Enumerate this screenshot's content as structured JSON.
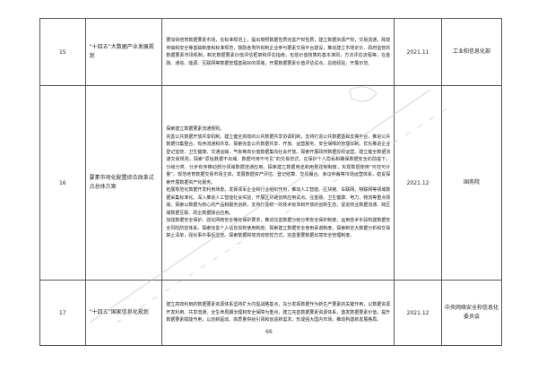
{
  "rows": [
    {
      "num": "15",
      "title": "“十四五”大数据产业发展规划",
      "content": [
        "要加快培育数据要素市场，在标准规范上，提出按照数据性质完善产权性质，建立数据资源产权，交易流通，跨境传输和安全等基础制度和标准规范，鼓励各类所有制企业参与要素交易平台建设，推动建立市场定价、政府监管的数据要素市场机制，制定数据要素价值评估框架和评估指南，包括价值核算的基本准则，方法评估流程等，在金融、通信、能源、互联网等数据管理基础好的领域，开展数据要素价值评估试点，总结经验，开展示范。"
      ],
      "date": "2021.11",
      "dept": "工业和信息化部"
    },
    {
      "num": "16",
      "title": "要素市场化配置综合改革试点总体方案",
      "content": [
        "探索建立数据要素流通规则。",
        "完善公共数据开放共享机制。建立健全高效的公共数据共享协调机制，支持打造公共数据基础支撑平台，推进公共数据归集整合、有序流通和共享。探索完善公共数据共享、开放、运营服务、安全保障的管理体制。优先推进企业登记监管、卫生健康、交通运输、气象等高价值数据集向社会开放。探索开展政府数据授权运营。建立健全数据流通交易规则。探索“原始数据不出域、数据可用不可见”的交易范式，在保护个人隐私和确保数据安全的前提下，分级分类、分步有序推动部分领域数据流通应用。探索建立数据用途和用量控制制度，实现数据使用“可控可计量”。规范培育数据交易市场主体，发展数据资产评估、登记结算、交易撮合、争议仲裁等市场运营体系，稳妥探索开展数据资产化服务。",
        "拓展规范化数据开发利用场景。发挥领军企业和行业组织作用，推动人工智能、区块链、车联网、物联网等领域数据采集标准化。深入推进人工智能社会实验，开展区块链创新应用试点。在金融、卫生健康、电力、物流等重点领域，探索以数据为核心的产品和服务创新，支持打造统一的技术标准和开放的创新生态，促进商业数据流通、跨区域数据互联、政企数据融合应用。",
        "加强数据安全保护。强化网络安全等级保护要求，推动完善数据分级分类安全保护制度，运用技术手段构建数据安全风险防控体系。探索完善个人信息授权使用制度。探索建立数据安全使用承诺制度，探索制定大数据分析和交易禁止清单，强化事中事后监管。探索数据跨境流动管控方式，完善重要数据出境安全管理制度。"
      ],
      "date": "2021.12",
      "dept": "国务院"
    },
    {
      "num": "17",
      "title": "“十四五”国家信息化规划",
      "content": [
        "建立高效利用的数据要素资源体系坚持扩大内需战略基点，充分发挥数据作为新生产要素的关键作用，以数据资源开发利用、共享流通、全生命周期治理和安全保障为重点，建立完善数据要素资源体系，激发数据要素价值，提升数据要素赋能作用，以创新驱动、高质量供给引领和创造新需求，形成强大国内市场，推动构建新发展格局。"
      ],
      "date": "2021.12",
      "dept": "中央网络安全和信息化委员会"
    }
  ],
  "page_number": "66"
}
